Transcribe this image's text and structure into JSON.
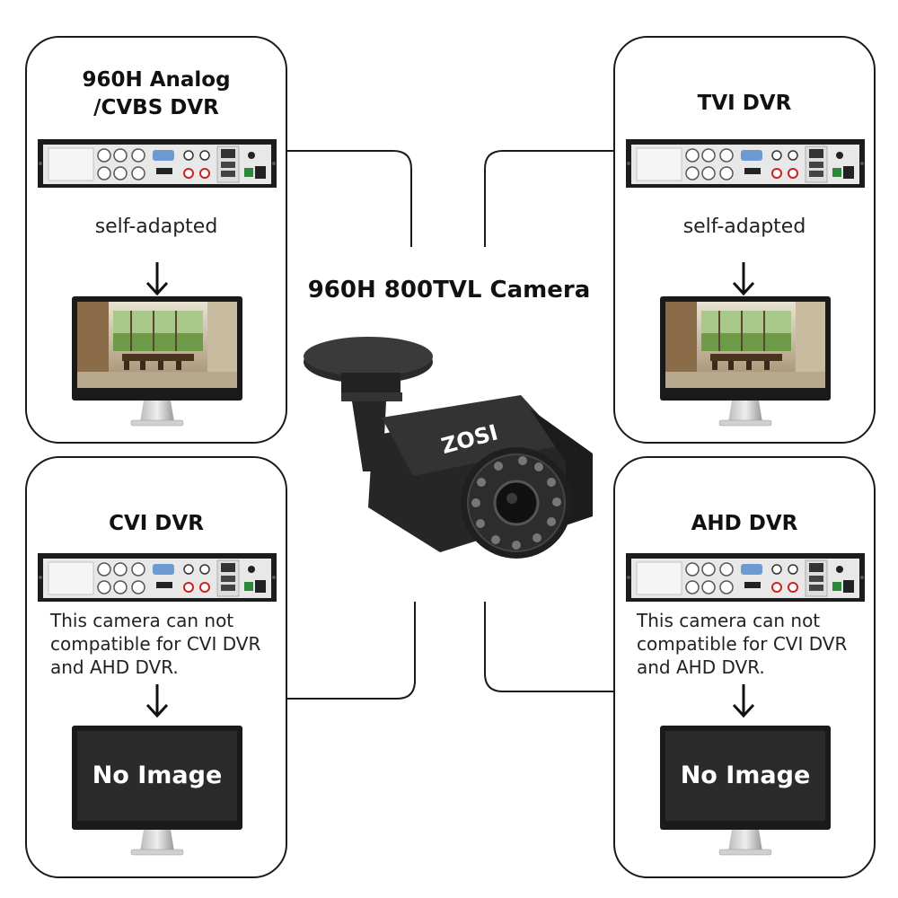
{
  "camera": {
    "title": "960H 800TVL Camera",
    "brand": "ZOSI"
  },
  "panels": [
    {
      "title_line1": "960H Analog",
      "title_line2": "/CVBS DVR",
      "description": "self-adapted",
      "screen": "image",
      "screen_text": ""
    },
    {
      "title_line1": "TVI DVR",
      "title_line2": "",
      "description": "self-adapted",
      "screen": "image",
      "screen_text": ""
    },
    {
      "title_line1": "CVI DVR",
      "title_line2": "",
      "description_lines": [
        "This camera can not",
        "compatible for CVI DVR",
        "and AHD DVR."
      ],
      "screen": "no-image",
      "screen_text": "No Image"
    },
    {
      "title_line1": "AHD DVR",
      "title_line2": "",
      "description_lines": [
        "This camera can not",
        "compatible for CVI DVR",
        "and AHD DVR."
      ],
      "screen": "no-image",
      "screen_text": "No Image"
    }
  ],
  "colors": {
    "border": "#1a1a1a",
    "screen_dark": "#2b2b2b",
    "dvr_body": "#1c1c1c",
    "camera_body": "#262626"
  }
}
